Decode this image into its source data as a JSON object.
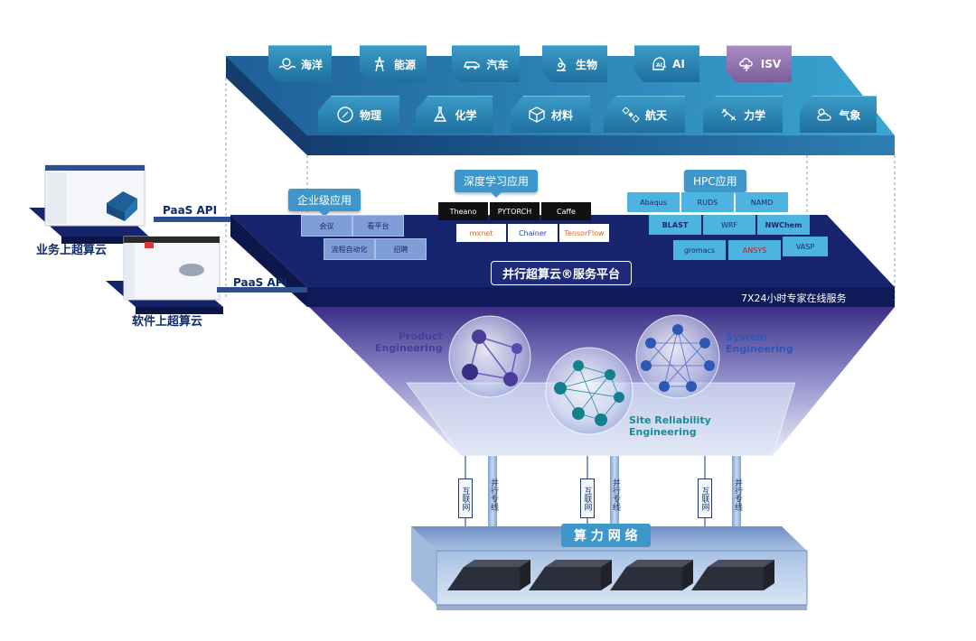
{
  "industries_row1": [
    {
      "label": "海洋",
      "icon": "ocean-waves-icon"
    },
    {
      "label": "能源",
      "icon": "power-tower-icon"
    },
    {
      "label": "汽车",
      "icon": "car-icon"
    },
    {
      "label": "生物",
      "icon": "microscope-icon"
    },
    {
      "label": "AI",
      "icon": "ai-head-icon"
    },
    {
      "label": "ISV",
      "icon": "cloud-tree-icon"
    }
  ],
  "industries_row2": [
    {
      "label": "物理",
      "icon": "compass-icon"
    },
    {
      "label": "化学",
      "icon": "flask-icon"
    },
    {
      "label": "材料",
      "icon": "cube-icon"
    },
    {
      "label": "航天",
      "icon": "satellite-icon"
    },
    {
      "label": "力学",
      "icon": "mechanics-icon"
    },
    {
      "label": "气象",
      "icon": "weather-icon"
    }
  ],
  "enterprise_apps": {
    "title": "企业级应用",
    "tiles": [
      "会议",
      "看平台",
      "流程自动化",
      "招聘"
    ]
  },
  "deep_learning": {
    "title": "深度学习应用",
    "tiles": [
      "Theano",
      "PYTORCH",
      "Caffe",
      "mxnet",
      "Chainer",
      "TensorFlow"
    ]
  },
  "hpc": {
    "title": "HPC应用",
    "tiles": [
      "Abaqus",
      "RUDS",
      "NAMD",
      "BLAST",
      "WRF",
      "NWChem",
      "gromacs",
      "ANSYS",
      "VASP"
    ]
  },
  "platform": {
    "name": "并行超算云®服务平台",
    "service": "7X24小时专家在线服务"
  },
  "api_label_top": "PaaS API",
  "api_label_bottom": "PaaS API",
  "left_business": "业务上超算云",
  "left_software": "软件上超算云",
  "engineering": {
    "product": "Product\nEngineering",
    "system": "System\nEngineering",
    "site": "Site Reliability\nEngineering"
  },
  "pillars": {
    "internet": "互联网",
    "dedicated": "并行专线"
  },
  "network": {
    "title": "算 力 网 络"
  },
  "colors": {
    "navy": "#15246b",
    "blue": "#1f6f9f",
    "cyan": "#3d98c9",
    "purple": "#4a3d9a",
    "teal": "#1b8a9a"
  }
}
